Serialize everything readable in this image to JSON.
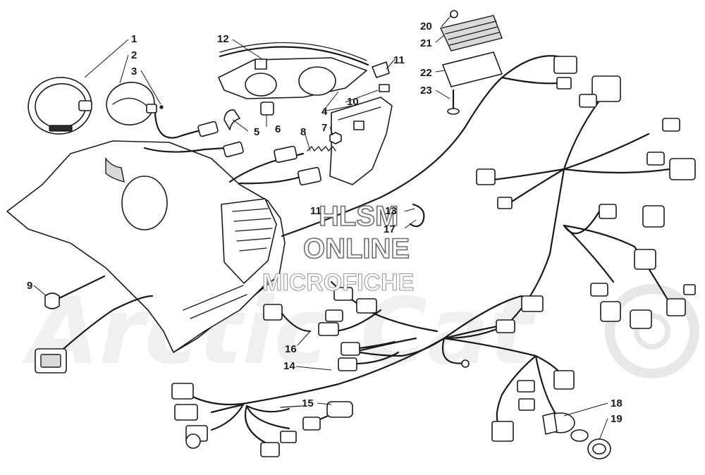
{
  "watermark": {
    "line1": "HLSM",
    "line2": "ONLINE",
    "line3": "MICROFICHE",
    "brand": "Arctic Cat"
  },
  "callouts": [
    {
      "id": "1",
      "label": "1"
    },
    {
      "id": "2",
      "label": "2"
    },
    {
      "id": "3",
      "label": "3"
    },
    {
      "id": "4",
      "label": "4"
    },
    {
      "id": "5",
      "label": "5"
    },
    {
      "id": "6",
      "label": "6"
    },
    {
      "id": "7",
      "label": "7"
    },
    {
      "id": "8",
      "label": "8"
    },
    {
      "id": "9",
      "label": "9"
    },
    {
      "id": "10",
      "label": "10"
    },
    {
      "id": "11a",
      "label": "11"
    },
    {
      "id": "11b",
      "label": "11"
    },
    {
      "id": "12",
      "label": "12"
    },
    {
      "id": "13",
      "label": "13"
    },
    {
      "id": "14",
      "label": "14"
    },
    {
      "id": "15",
      "label": "15"
    },
    {
      "id": "16",
      "label": "16"
    },
    {
      "id": "17",
      "label": "17"
    },
    {
      "id": "18",
      "label": "18"
    },
    {
      "id": "19",
      "label": "19"
    },
    {
      "id": "20",
      "label": "20"
    },
    {
      "id": "21",
      "label": "21"
    },
    {
      "id": "22",
      "label": "22"
    },
    {
      "id": "23",
      "label": "23"
    }
  ]
}
